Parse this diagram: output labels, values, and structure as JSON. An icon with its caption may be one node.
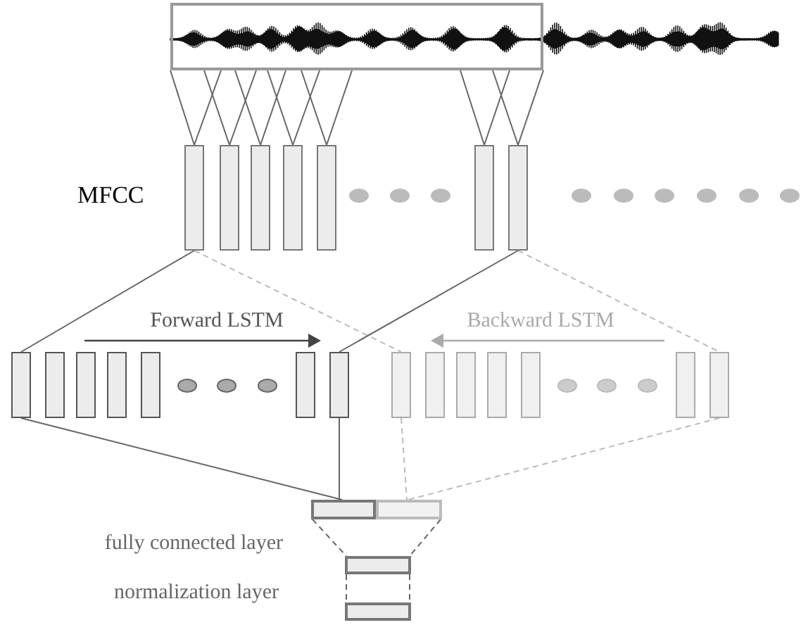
{
  "diagram": {
    "nodes": [
      {
        "text": [],
        "shape": "box"
      },
      {
        "text": [],
        "shape": "bar"
      },
      {
        "text": [],
        "shape": "bar"
      },
      {
        "text": [],
        "shape": "bar"
      },
      {
        "text": [],
        "shape": "bar"
      },
      {
        "text": [],
        "shape": "bar"
      },
      {
        "text": [],
        "shape": "bar"
      },
      {
        "text": [],
        "shape": "bar"
      },
      {
        "text": [],
        "shape": "bar"
      },
      {
        "text": [],
        "shape": "bar"
      },
      {
        "text": [],
        "shape": "bar"
      },
      {
        "text": [],
        "shape": "bar"
      },
      {
        "text": [],
        "shape": "bar"
      },
      {
        "text": [],
        "shape": "bar"
      },
      {
        "text": [],
        "shape": "bar"
      },
      {
        "text": [],
        "shape": "bar"
      },
      {
        "text": [],
        "shape": "bar"
      },
      {
        "text": [],
        "shape": "bar"
      },
      {
        "text": [],
        "shape": "bar"
      },
      {
        "text": [],
        "shape": "bar"
      },
      {
        "text": [],
        "shape": "bar"
      },
      {
        "text": [],
        "shape": "bar"
      },
      {
        "text": [],
        "shape": "bar"
      },
      {
        "text": [],
        "shape": "bar"
      },
      {
        "text": [],
        "shape": "bar"
      },
      {
        "text": [],
        "shape": "bar"
      }
    ],
    "edges": [
      {
        "from": 0,
        "to": 1,
        "arrow": "none"
      },
      {
        "from": 0,
        "to": 1,
        "arrow": "none"
      },
      {
        "from": 0,
        "to": 2,
        "arrow": "none"
      },
      {
        "from": 0,
        "to": 2,
        "arrow": "none"
      },
      {
        "from": 0,
        "to": 3,
        "arrow": "none"
      },
      {
        "from": 0,
        "to": 3,
        "arrow": "none"
      },
      {
        "from": 0,
        "to": 4,
        "arrow": "none"
      },
      {
        "from": 0,
        "to": 4,
        "arrow": "none"
      },
      {
        "from": 0,
        "to": 5,
        "arrow": "none"
      },
      {
        "from": 0,
        "to": 5,
        "arrow": "none"
      },
      {
        "from": 0,
        "to": 6,
        "arrow": "none"
      },
      {
        "from": 0,
        "to": 6,
        "arrow": "none"
      },
      {
        "from": 0,
        "to": 7,
        "arrow": "none"
      },
      {
        "from": 0,
        "to": 7,
        "arrow": "none"
      },
      {
        "from": 1,
        "to": 8,
        "arrow": "none"
      },
      {
        "from": 1,
        "to": 15,
        "arrow": "none",
        "style": "dashed",
        "color": "#bbbbbb"
      },
      {
        "from": 7,
        "to": 14,
        "arrow": "none"
      },
      {
        "from": 7,
        "to": 21,
        "arrow": "none",
        "style": "dashed",
        "color": "#bbbbbb"
      },
      {
        "from": 8,
        "to": 22,
        "arrow": "none"
      },
      {
        "from": 14,
        "to": 22,
        "arrow": "none"
      },
      {
        "from": 15,
        "to": 23,
        "arrow": "none",
        "style": "dashed",
        "color": "#bbbbbb"
      },
      {
        "from": 21,
        "to": 23,
        "arrow": "none",
        "style": "dashed",
        "color": "#bbbbbb"
      },
      {
        "from": 22,
        "to": 24,
        "arrow": "none",
        "style": "dashed"
      },
      {
        "from": 23,
        "to": 24,
        "arrow": "none",
        "style": "dashed"
      },
      {
        "from": 24,
        "to": 25,
        "arrow": "none",
        "style": "dashed"
      },
      {
        "from": 24,
        "to": 25,
        "arrow": "none",
        "style": "dashed"
      }
    ],
    "labels": [
      "MFCC",
      "Forward LSTM",
      "Backward LSTM",
      "fully connected layer",
      "normalization layer"
    ]
  }
}
